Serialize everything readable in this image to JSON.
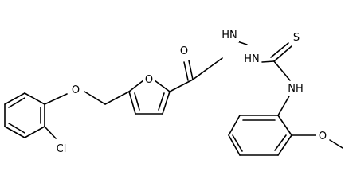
{
  "molecule": {
    "atom_labels": {
      "carbonyl_oxygen": "O",
      "hydrazide_nh_1": "HN",
      "hydrazide_nh_2": "HN",
      "thione_sulfur": "S",
      "furan_oxygen": "O",
      "ether_oxygen": "O",
      "anilide_nh": "NH",
      "methoxy_oxygen": "O",
      "chlorine": "Cl"
    },
    "colors": {
      "bond": "#000000",
      "label": "#000000",
      "background": "#ffffff"
    }
  }
}
